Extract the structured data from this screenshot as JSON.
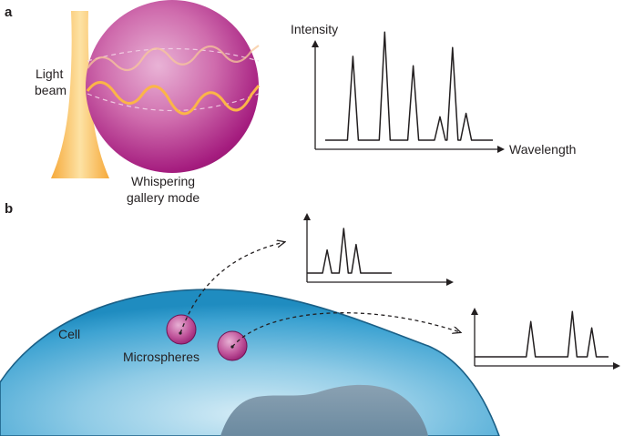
{
  "panel_a": {
    "label": "a",
    "light_beam_line1": "Light",
    "light_beam_line2": "beam",
    "mode_line1": "Whispering",
    "mode_line2": "gallery mode",
    "y_axis_label": "Intensity",
    "x_axis_label": "Wavelength"
  },
  "panel_b": {
    "label": "b",
    "cell_label": "Cell",
    "microspheres_label": "Microspheres"
  },
  "colors": {
    "sphere_magenta": "#a51d7f",
    "beam_orange": "#f7b84a",
    "cell_blue": "#1f8cc0",
    "nucleus_grey": "#6b8aa0"
  },
  "chart_data": [
    {
      "type": "line",
      "name": "panel-a-spectrum",
      "xlabel": "Wavelength",
      "ylabel": "Intensity",
      "peaks": [
        {
          "x": 0.165,
          "height": 0.97
        },
        {
          "x": 0.355,
          "height": 1.25
        },
        {
          "x": 0.525,
          "height": 0.86
        },
        {
          "x": 0.685,
          "height": 0.27
        },
        {
          "x": 0.76,
          "height": 1.07
        },
        {
          "x": 0.84,
          "height": 0.31
        }
      ],
      "baseline": 0.08
    },
    {
      "type": "line",
      "name": "panel-b-top-spectrum",
      "peaks": [
        {
          "x": 0.17,
          "height": 0.59
        },
        {
          "x": 0.31,
          "height": 1.14
        },
        {
          "x": 0.415,
          "height": 0.73
        }
      ],
      "baseline": 0.08
    },
    {
      "type": "line",
      "name": "panel-b-right-spectrum",
      "peaks": [
        {
          "x": 0.42,
          "height": 0.88
        },
        {
          "x": 0.73,
          "height": 1.13
        },
        {
          "x": 0.875,
          "height": 0.72
        }
      ],
      "baseline": 0.15
    }
  ]
}
